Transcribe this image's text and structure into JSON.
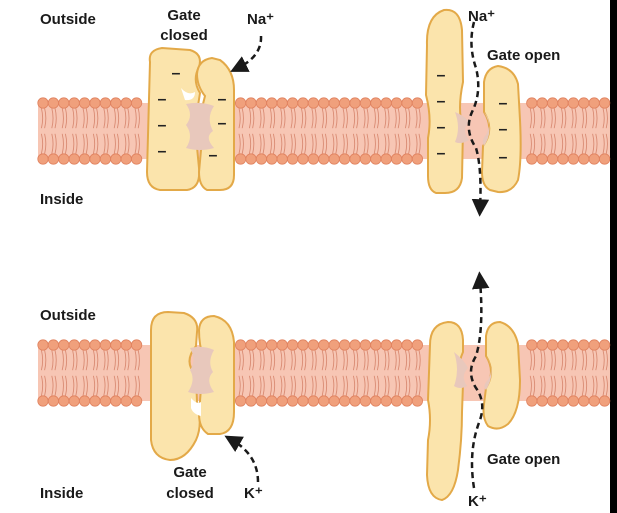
{
  "top_panel": {
    "outside_label": "Outside",
    "inside_label": "Inside",
    "closed_gate_label_line1": "Gate",
    "closed_gate_label_line2": "closed",
    "ion_closed": "Na⁺",
    "ion_open": "Na⁺",
    "open_gate_label": "Gate open",
    "charge_sign": "–"
  },
  "bottom_panel": {
    "outside_label": "Outside",
    "inside_label": "Inside",
    "closed_gate_label_line1": "Gate",
    "closed_gate_label_line2": "closed",
    "ion_closed": "K⁺",
    "ion_open": "K⁺",
    "open_gate_label": "Gate open"
  },
  "colors": {
    "membrane_head": "#f0a07c",
    "membrane_band": "#f7c6b4",
    "protein_fill": "#fbe4ac",
    "protein_stroke": "#e3a948",
    "pore_fill": "#e8c8bc",
    "arrow": "#1a1a1a"
  }
}
